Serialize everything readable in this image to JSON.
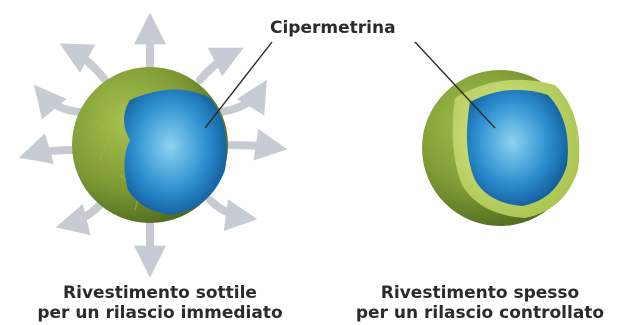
{
  "label": "Cipermetrina",
  "captions": {
    "left": [
      "Rivestimento sottile",
      "per un rilascio immediato"
    ],
    "right": [
      "Rivestimento spesso",
      "per un rilascio controllato"
    ]
  },
  "colors": {
    "shell_outer": "#7f9a35",
    "shell_dark": "#4f6a1f",
    "shell_light": "#a7c24d",
    "core_light": "#8dd3f1",
    "core_mid": "#2d8fd0",
    "core_dark": "#0b4d8a",
    "arrow": "#c7ccd4",
    "text": "#2b2b2b"
  }
}
